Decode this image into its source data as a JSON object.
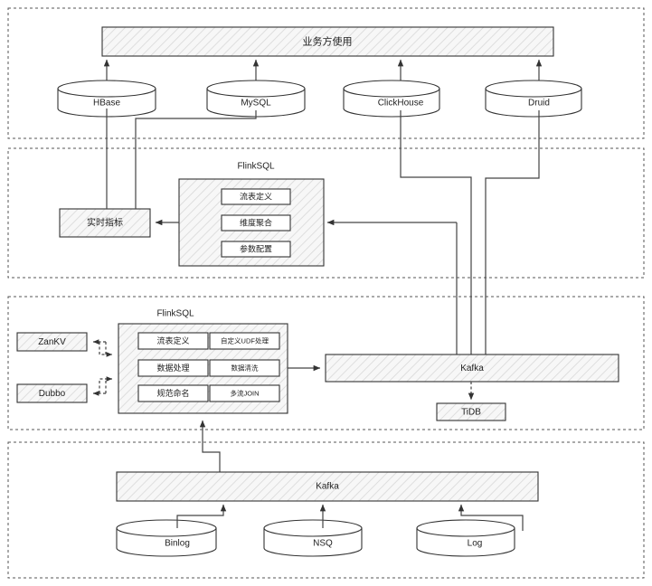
{
  "diagram": {
    "title": "Real-time data warehouse architecture",
    "colors": {
      "stroke": "#333333",
      "group_border": "#555555",
      "hatch_fill": "#f7f7f7",
      "connector": "#444444",
      "background": "#ffffff"
    },
    "sections": [
      {
        "id": "application-layer",
        "label": ""
      },
      {
        "id": "metrics-layer",
        "label": ""
      },
      {
        "id": "processing-layer",
        "label": ""
      },
      {
        "id": "source-layer",
        "label": ""
      }
    ],
    "nodes": {
      "business_usage": "业务方使用",
      "hbase": "HBase",
      "mysql": "MySQL",
      "clickhouse": "ClickHouse",
      "druid": "Druid",
      "flinksql_metrics_title": "FlinkSQL",
      "realtime_metrics": "实时指标",
      "metrics_items": [
        "流表定义",
        "维度聚合",
        "参数配置"
      ],
      "flinksql_process_title": "FlinkSQL",
      "process_items_left": [
        "流表定义",
        "数据处理",
        "规范命名"
      ],
      "process_items_right": [
        "自定义UDF处理",
        "数据清洗",
        "多流JOIN"
      ],
      "zankv": "ZanKV",
      "dubbo": "Dubbo",
      "kafka_mid": "Kafka",
      "tidb": "TiDB",
      "kafka_bottom": "Kafka",
      "binlog": "Binlog",
      "nsq": "NSQ",
      "log": "Log"
    }
  }
}
